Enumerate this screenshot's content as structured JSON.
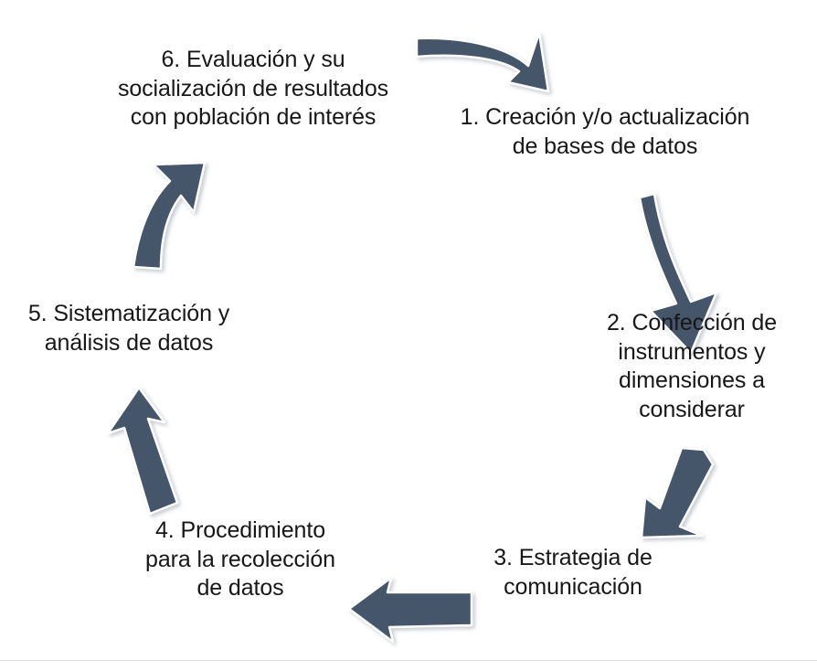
{
  "diagram": {
    "type": "cycle",
    "title": "",
    "arrow_color": "#44546A",
    "arrow_shadow_color": "#c8ccd4",
    "text_color": "#171717",
    "background_color": "#ffffff",
    "divider_color": "#e2e2e2",
    "step_count": 6,
    "nodes": [
      {
        "number": "1",
        "label": "1. Creación y/o actualización\nde bases de datos",
        "position": "top-right"
      },
      {
        "number": "2",
        "label": "2. Confección de\ninstrumentos y\ndimensiones a\nconsiderar",
        "position": "right"
      },
      {
        "number": "3",
        "label": "3. Estrategia de\ncomunicación",
        "position": "bottom-right"
      },
      {
        "number": "4",
        "label": "4. Procedimiento\npara la recolección\nde datos",
        "position": "bottom-left"
      },
      {
        "number": "5",
        "label": "5. Sistematización y\nanálisis de datos",
        "position": "left"
      },
      {
        "number": "6",
        "label": "6. Evaluación y su\nsocialización de resultados\ncon población de interés",
        "position": "top-left"
      }
    ],
    "arrows": [
      {
        "name": "arrow-6-to-1",
        "from": "6",
        "to": "1",
        "direction": "right-down-curved"
      },
      {
        "name": "arrow-1-to-2",
        "from": "1",
        "to": "2",
        "direction": "down"
      },
      {
        "name": "arrow-2-to-3",
        "from": "2",
        "to": "3",
        "direction": "down-left-diagonal"
      },
      {
        "name": "arrow-3-to-4",
        "from": "3",
        "to": "4",
        "direction": "left"
      },
      {
        "name": "arrow-4-to-5",
        "from": "4",
        "to": "5",
        "direction": "up-left-diagonal"
      },
      {
        "name": "arrow-5-to-6",
        "from": "5",
        "to": "6",
        "direction": "up-right-curved"
      }
    ]
  }
}
